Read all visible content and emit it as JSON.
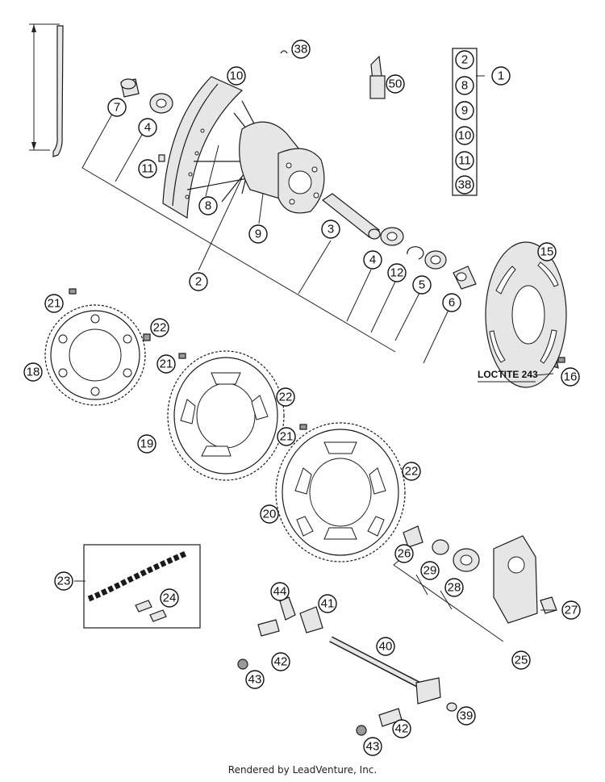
{
  "watermark": "LEADVENTURE",
  "footer": "Rendered by LeadVenture, Inc.",
  "loctite_note": "LOCTITE 243",
  "kit": {
    "number": "1",
    "contents": [
      "2",
      "8",
      "9",
      "10",
      "11",
      "38"
    ]
  },
  "callouts": [
    "2",
    "3",
    "4",
    "4",
    "5",
    "6",
    "7",
    "8",
    "9",
    "10",
    "11",
    "12",
    "15",
    "16",
    "18",
    "19",
    "20",
    "21",
    "21",
    "21",
    "22",
    "22",
    "22",
    "23",
    "24",
    "25",
    "26",
    "27",
    "28",
    "29",
    "38",
    "39",
    "40",
    "41",
    "42",
    "42",
    "43",
    "43",
    "44",
    "50"
  ]
}
